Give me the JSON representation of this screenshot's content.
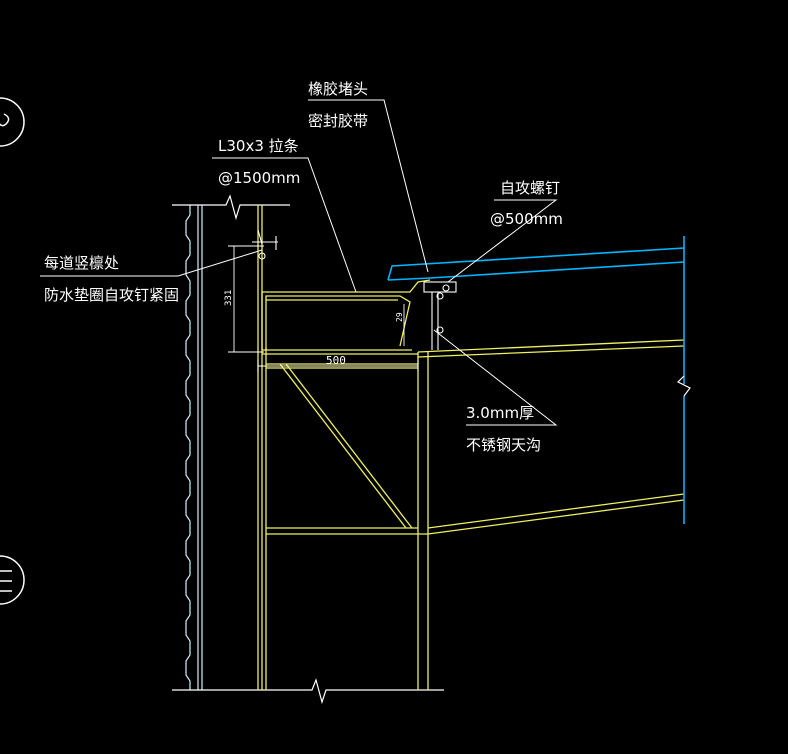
{
  "drawing": {
    "background": "#000000",
    "colors": {
      "steel": "#f0f060",
      "roof_panel": "#00b4ff",
      "wall_panel": "#d0f0ff",
      "annotation": "#ffffff",
      "dimension": "#ffffff"
    }
  },
  "labels": {
    "rubber_plug_line1": "橡胶堵头",
    "rubber_plug_line2": "密封胶带",
    "angle_brace_line1": "L30x3  拉条",
    "angle_brace_line2": "@1500mm",
    "screw_line1": "自攻螺钉",
    "screw_line2": "@500mm",
    "purlin_line1": "每道竖檩处",
    "purlin_line2": "防水垫圈自攻钉紧固",
    "gutter_line1": "3.0mm厚",
    "gutter_line2": "不锈钢天沟"
  },
  "dimensions": {
    "gutter_width": "500",
    "gutter_height": "331",
    "gutter_inner": "29"
  },
  "markers": {
    "top_left_symbol": "⸮",
    "bottom_left_symbol": "≡"
  }
}
